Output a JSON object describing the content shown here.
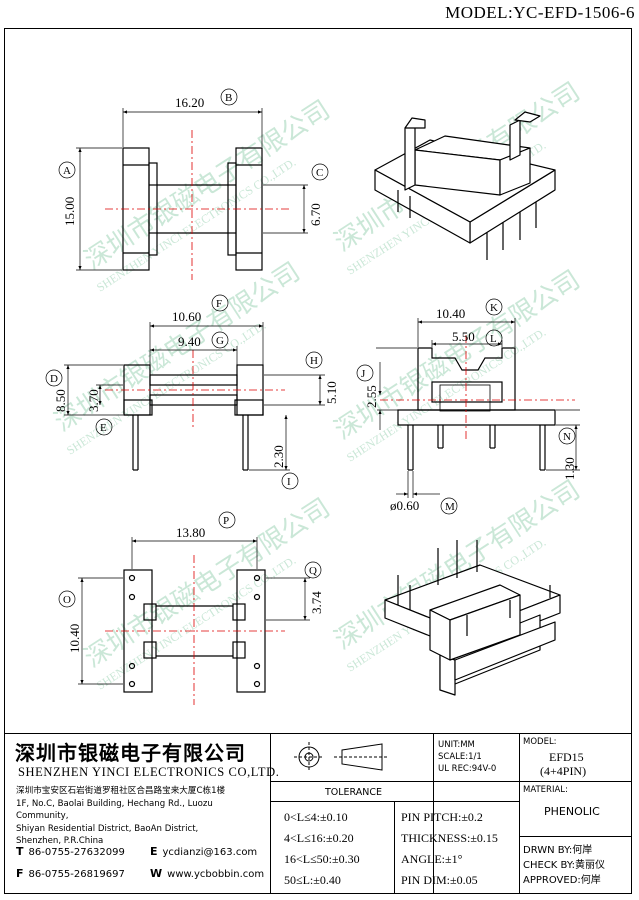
{
  "model_header": "MODEL:YC-EFD-1506-6",
  "watermark": {
    "cn": "深圳市银磁电子有限公司",
    "en": "SHENZHEN YINCI ELECTRONICS CO.,LTD."
  },
  "dimensions": {
    "A": {
      "letter": "A",
      "value": "15.00"
    },
    "B": {
      "letter": "B",
      "value": "16.20"
    },
    "C": {
      "letter": "C",
      "value": "6.70"
    },
    "D": {
      "letter": "D",
      "value": "8.50"
    },
    "E": {
      "letter": "E",
      "value": "3.70"
    },
    "F": {
      "letter": "F",
      "value": "10.60"
    },
    "G": {
      "letter": "G",
      "value": "9.40"
    },
    "H": {
      "letter": "H",
      "value": "5.10"
    },
    "I": {
      "letter": "I",
      "value": "2.30"
    },
    "J": {
      "letter": "J",
      "value": "2.55"
    },
    "K": {
      "letter": "K",
      "value": "10.40"
    },
    "L": {
      "letter": "L",
      "value": "5.50"
    },
    "M": {
      "letter": "M",
      "value": "ø0.60"
    },
    "N": {
      "letter": "N",
      "value": "1.30"
    },
    "O": {
      "letter": "O",
      "value": "10.40"
    },
    "P": {
      "letter": "P",
      "value": "13.80"
    },
    "Q": {
      "letter": "Q",
      "value": "3.74"
    }
  },
  "title_block": {
    "company_cn": "深圳市银磁电子有限公司",
    "company_en": "SHENZHEN YINCI ELECTRONICS CO,LTD.",
    "address_cn": "深圳市宝安区石岩街道罗租社区合昌路宝来大厦C栋1楼",
    "address_en": [
      "1F, No.C, Baolai Building, Hechang Rd., Luozu Community,",
      "Shiyan Residential District, BaoAn District,",
      "Shenzhen, P.R.China"
    ],
    "tel_label": "T",
    "tel": "86-0755-27632099",
    "fax_label": "F",
    "fax": "86-0755-26819697",
    "email_label": "E",
    "email": "ycdianzi@163.com",
    "web_label": "W",
    "web": "www.ycbobbin.com",
    "unit": "UNIT:MM",
    "scale": "SCALE:1/1",
    "ul_rec": "UL REC:94V-0",
    "model_label": "MODEL:",
    "model_value": "EFD15",
    "model_pins": "(4+4PIN)",
    "material_label": "MATERIAL:",
    "material_value": "PHENOLIC",
    "tolerance_title": "TOLERANCE",
    "tolerances": [
      "0<L≤4:±0.10",
      "4<L≤16:±0.20",
      "16<L≤50:±0.30",
      "50≤L:±0.40"
    ],
    "pin_specs": [
      "PIN PITCH:±0.2",
      "THICKNESS:±0.15",
      "ANGLE:±1°",
      "PIN DIM:±0.05"
    ],
    "drawn_by": "DRWN BY:何岸",
    "check_by": "CHECK BY:黄丽仪",
    "approved": "APPROVED:何岸"
  }
}
